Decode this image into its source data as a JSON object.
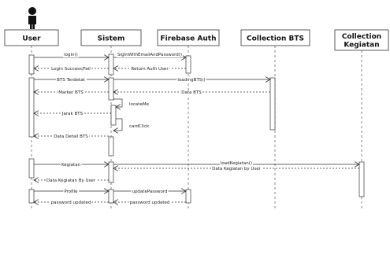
{
  "participants": [
    {
      "id": "user",
      "label": "User",
      "label_lines": [
        "User"
      ]
    },
    {
      "id": "sistem",
      "label": "Sistem",
      "label_lines": [
        "Sistem"
      ]
    },
    {
      "id": "firebase",
      "label": "Firebase Auth",
      "label_lines": [
        "Firebase Auth"
      ]
    },
    {
      "id": "bts",
      "label": "Collection BTS",
      "label_lines": [
        "Collection BTS"
      ]
    },
    {
      "id": "kegiatan",
      "label": "Collection Kegiatan",
      "label_lines": [
        "Collection",
        "Kegiatan"
      ]
    }
  ],
  "messages": [
    {
      "label": "login()",
      "from": "user",
      "to": "sistem",
      "kind": "call"
    },
    {
      "label": "SigInWithEmailAndPassword()",
      "from": "sistem",
      "to": "firebase",
      "kind": "call"
    },
    {
      "label": "Login Success/Fail",
      "from": "sistem",
      "to": "user",
      "kind": "return"
    },
    {
      "label": "Return Auth User",
      "from": "firebase",
      "to": "sistem",
      "kind": "return"
    },
    {
      "label": "BTS Terdekat",
      "from": "user",
      "to": "sistem",
      "kind": "call"
    },
    {
      "label": "loadingBTS()",
      "from": "sistem",
      "to": "bts",
      "kind": "call"
    },
    {
      "label": "Marker BTS",
      "from": "sistem",
      "to": "user",
      "kind": "return"
    },
    {
      "label": "Data BTS",
      "from": "bts",
      "to": "sistem",
      "kind": "return"
    },
    {
      "label": "locateMe",
      "from": "sistem",
      "to": "sistem",
      "kind": "self"
    },
    {
      "label": "Jarak BTS",
      "from": "sistem",
      "to": "user",
      "kind": "return"
    },
    {
      "label": "cardClick",
      "from": "sistem",
      "to": "sistem",
      "kind": "self"
    },
    {
      "label": "Data Detail BTS",
      "from": "sistem",
      "to": "user",
      "kind": "return"
    },
    {
      "label": "Kegiatan",
      "from": "user",
      "to": "sistem",
      "kind": "call"
    },
    {
      "label": "loadKegiatan()",
      "from": "sistem",
      "to": "kegiatan",
      "kind": "call"
    },
    {
      "label": "Data Kegiatan by User",
      "from": "kegiatan",
      "to": "sistem",
      "kind": "return"
    },
    {
      "label": "Data Kegiatan By User",
      "from": "sistem",
      "to": "user",
      "kind": "return"
    },
    {
      "label": "Profile",
      "from": "user",
      "to": "sistem",
      "kind": "call"
    },
    {
      "label": "updatePassword",
      "from": "sistem",
      "to": "firebase",
      "kind": "call"
    },
    {
      "label": "password updated",
      "from": "sistem",
      "to": "user",
      "kind": "return"
    },
    {
      "label": "password updated",
      "from": "firebase",
      "to": "sistem",
      "kind": "return"
    }
  ],
  "colors": {
    "line": "#333333",
    "box_fill": "#ffffff",
    "text": "#111111"
  },
  "icons": {
    "actor": "actor-icon"
  }
}
